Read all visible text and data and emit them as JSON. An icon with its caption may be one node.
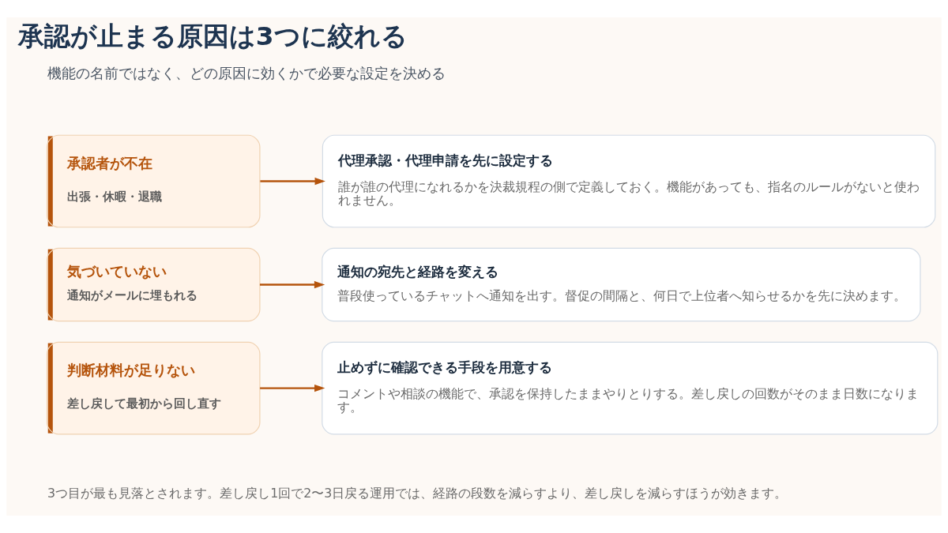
{
  "diagram": {
    "title": "承認が止まる原因は3つに絞れる",
    "nodes": [
      {
        "text": [
          "承認者が不在",
          "出張・休暇・退職"
        ]
      },
      {
        "text": [
          "代理承認・代理申請を先に設定する",
          "誰が誰の代理になれるかを決裁規程の側で定義しておく。機能があっても、指名のルールがないと使われません。"
        ]
      },
      {
        "text": [
          "気づいていない",
          "通知がメールに埋もれる"
        ]
      },
      {
        "text": [
          "通知の宛先と経路を変える",
          "普段使っているチャットへ通知を出す。督促の間隔と、何日で上位者へ知らせるかを先に決めます。"
        ]
      },
      {
        "text": [
          "判断材料が足りない",
          "差し戻して最初から回し直す"
        ]
      },
      {
        "text": [
          "止めずに確認できる手段を用意する",
          "コメントや相談の機能で、承認を保持したままやりとりする。差し戻しの回数がそのまま日数になります。"
        ]
      }
    ],
    "edges": [
      {
        "from": 0,
        "to": 1,
        "arrow": "to"
      },
      {
        "from": 2,
        "to": 3,
        "arrow": "to"
      },
      {
        "from": 4,
        "to": 5,
        "arrow": "to"
      }
    ],
    "labels": [
      "機能の名前ではなく、どの原因に効くかで必要な設定を決める",
      "3つ目が最も見落とされます。差し戻し1回で2〜3日戻る運用では、経路の段数を減らすより、差し戻しを減らすほうが効きます。"
    ]
  }
}
